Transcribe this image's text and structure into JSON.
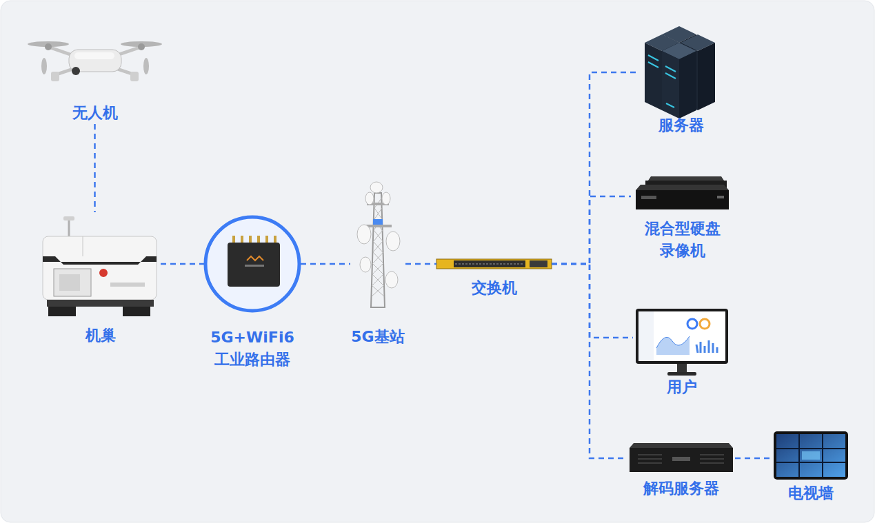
{
  "diagram": {
    "nodes": [
      {
        "text": [
          "无人机"
        ]
      },
      {
        "text": [
          "机巢"
        ]
      },
      {
        "text": [
          "5G+WiFi6 工业路由器"
        ]
      },
      {
        "text": [
          "5G基站"
        ]
      },
      {
        "text": [
          "交换机"
        ]
      },
      {
        "text": [
          "服务器"
        ]
      },
      {
        "text": [
          "混合型硬盘 录像机"
        ]
      },
      {
        "text": [
          "用户"
        ]
      },
      {
        "text": [
          "解码服务器"
        ]
      },
      {
        "text": [
          "电视墙"
        ]
      }
    ],
    "edges": [
      {
        "from": 0,
        "to": 1,
        "arrow": "none"
      },
      {
        "from": 1,
        "to": 2,
        "arrow": "none"
      },
      {
        "from": 2,
        "to": 3,
        "arrow": "none"
      },
      {
        "from": 3,
        "to": 4,
        "arrow": "none"
      },
      {
        "from": 4,
        "to": 5,
        "arrow": "none"
      },
      {
        "from": 4,
        "to": 6,
        "arrow": "none"
      },
      {
        "from": 4,
        "to": 7,
        "arrow": "none"
      },
      {
        "from": 4,
        "to": 8,
        "arrow": "none"
      },
      {
        "from": 8,
        "to": 9,
        "arrow": "none"
      }
    ]
  }
}
